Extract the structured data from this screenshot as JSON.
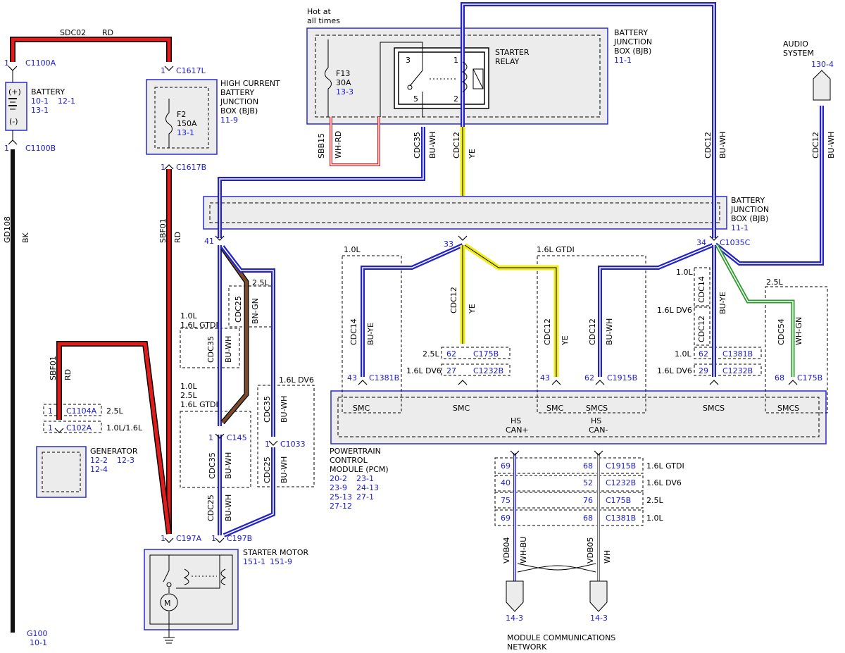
{
  "colors": {
    "red": "#e01c1c",
    "black": "#111111",
    "blue": "#2222cc",
    "yellow": "#f0ec1a",
    "brown": "#7a4a2a",
    "green": "#2a9a2a",
    "box_blue": "#2b2bd0",
    "ref_blue": "#1a1ad6",
    "fill_grey": "#ececec"
  },
  "wires": {
    "sdc02": "SDC02",
    "sdc02_color": "RD",
    "sbf01_a": "SBF01",
    "sbf01_a_color": "RD",
    "gd108": "GD108",
    "gd108_color": "BK",
    "sbf01_b": "SBF01",
    "sbf01_b_color": "RD",
    "sbb15": "SBB15",
    "sbb15_color": "WH-RD",
    "cdc35_top": "CDC35",
    "cdc35_top_color": "BU-WH",
    "cdc12_top": "CDC12",
    "cdc12_top_color": "YE",
    "cdc12_right": "CDC12",
    "cdc12_right_color": "BU-WH",
    "cdc12_audio": "CDC12",
    "cdc12_audio_color": "BU-WH",
    "cdc25_a": "CDC25",
    "cdc25_a_color": "BN-GN",
    "cdc35_a": "CDC35",
    "cdc35_a_color": "BU-WH",
    "cdc35_b": "CDC35",
    "cdc35_b_color": "BU-WH",
    "cdc35_c": "CDC35",
    "cdc35_c_color": "BU-WH",
    "cdc25_b": "CDC25",
    "cdc25_b_color": "BU-WH",
    "cdc25_c": "CDC25",
    "cdc25_c_color": "BU-WH",
    "cdc14_a": "CDC14",
    "cdc14_a_color": "BU-YE",
    "cdc12_mid": "CDC12",
    "cdc12_mid_color": "YE",
    "cdc12_b": "CDC12",
    "cdc12_b_color": "YE",
    "cdc12_c": "CDC12",
    "cdc12_c_color": "BU-WH",
    "cdc14_b": "CDC14",
    "cdc12_d": "CDC12",
    "cdc12_e_color": "BU-YE",
    "cdc54": "CDC54",
    "cdc54_color": "WH-GN",
    "vdb04": "VDB04",
    "vdb04_color": "WH-BU",
    "vdb05": "VDB05",
    "vdb05_color": "WH"
  },
  "components": {
    "battery": {
      "title": "BATTERY",
      "ref1": "10-1",
      "ref2": "12-1",
      "ref3": "13-1",
      "plus": "(+)",
      "minus": "(-)"
    },
    "hcbjb": {
      "line1": "HIGH CURRENT",
      "line2": "BATTERY",
      "line3": "JUNCTION",
      "line4": "BOX (BJB)",
      "ref": "11-9",
      "fuse": "F2",
      "amps": "150A",
      "fuse_ref": "13-1"
    },
    "bjb_top": {
      "line1": "BATTERY",
      "line2": "JUNCTION",
      "line3": "BOX (BJB)",
      "ref": "11-1",
      "hot1": "Hot at",
      "hot2": "all times",
      "fuse": "F13",
      "amps": "30A",
      "fuse_ref": "13-3",
      "relay1": "STARTER",
      "relay2": "RELAY",
      "p1": "1",
      "p2": "2",
      "p3": "3",
      "p5": "5"
    },
    "bjb_mid": {
      "line1": "BATTERY",
      "line2": "JUNCTION",
      "line3": "BOX (BJB)",
      "ref": "11-1"
    },
    "audio": {
      "line1": "AUDIO",
      "line2": "SYSTEM",
      "ref": "130-4"
    },
    "generator": {
      "title": "GENERATOR",
      "ref1": "12-2",
      "ref2": "12-3",
      "ref3": "12-4"
    },
    "pcm": {
      "line1": "POWERTRAIN",
      "line2": "CONTROL",
      "line3": "MODULE (PCM)",
      "refs": [
        "20-2",
        "23-1",
        "23-9",
        "24-13",
        "25-13",
        "27-1",
        "27-12"
      ]
    },
    "starter": {
      "title": "STARTER MOTOR",
      "ref1": "151-1",
      "ref2": "151-9"
    },
    "mcn": {
      "line1": "MODULE COMMUNICATIONS",
      "line2": "NETWORK",
      "ref1": "14-3",
      "ref2": "14-3"
    },
    "ground": {
      "name": "G100",
      "ref": "10-1"
    }
  },
  "connectors": {
    "c1100a": "C1100A",
    "c1100a_pin": "1",
    "c1100b": "C1100B",
    "c1100b_pin": "1",
    "c1617l": "C1617L",
    "c1617l_pin": "1",
    "c1617b": "C1617B",
    "c1617b_pin": "1",
    "c1104a": "C1104A",
    "c1104a_pin": "1",
    "c1104a_var": "2.5L",
    "c102a": "C102A",
    "c102a_pin": "1",
    "c102a_var": "1.0L/1.6L",
    "c197a": "C197A",
    "c197a_pin": "1",
    "c197b": "C197B",
    "c197b_pin": "1",
    "c145": "C145",
    "c145_pin": "1",
    "c1033": "C1033",
    "c1033_pin": "1",
    "c1035c": "C1035C",
    "pin41": "41",
    "pin33": "33",
    "pin34": "34",
    "c1381b_a": "C1381B",
    "c1381b_a_pin": "43",
    "c175b_a": "C175B",
    "c175b_a_pin": "62",
    "c1232b_a": "C1232B",
    "c1232b_a_pin": "27",
    "pin43b": "43",
    "c1915b_a": "C1915B",
    "c1915b_a_pin": "62",
    "c1381b_b": "C1381B",
    "c1381b_b_pin": "62",
    "c1232b_b": "C1232B",
    "c1232b_b_pin": "29",
    "c175b_b": "C175B",
    "c175b_b_pin": "68"
  },
  "variants": {
    "v10l_a": "1.0L",
    "v16gtdi_a": "1.6L GTDI",
    "v10l_b": "1.0L",
    "v25l_b": "2.5L",
    "v16gtdi_b": "1.6L GTDI",
    "v25l_a": "2.5L",
    "v16dv6_a": "1.6L DV6",
    "v10l_c": "1.0L",
    "v16gtdi_c": "1.6L GTDI",
    "v25l_d": "2.5L",
    "v16dv6_d": "1.6L DV6",
    "v10l_e": "1.0L",
    "v16dv6_e": "1.6L DV6",
    "v10l_f": "1.0L",
    "v16dv6_f": "1.6L DV6",
    "v25l_g": "2.5L"
  },
  "pcm_pins": {
    "smc1": "SMC",
    "smc2": "SMC",
    "smc3": "SMC",
    "smcs1": "SMCS",
    "smcs2": "SMCS",
    "smcs3": "SMCS",
    "hs1a": "HS",
    "hs1b": "CAN+",
    "hs2a": "HS",
    "hs2b": "CAN-"
  },
  "can_table": {
    "rows": [
      {
        "left": "69",
        "right": "68",
        "conn": "C1915B",
        "var": "1.6L GTDI"
      },
      {
        "left": "40",
        "right": "52",
        "conn": "C1232B",
        "var": "1.6L DV6"
      },
      {
        "left": "75",
        "right": "76",
        "conn": "C175B",
        "var": "2.5L"
      },
      {
        "left": "69",
        "right": "68",
        "conn": "C1381B",
        "var": "1.0L"
      }
    ]
  }
}
